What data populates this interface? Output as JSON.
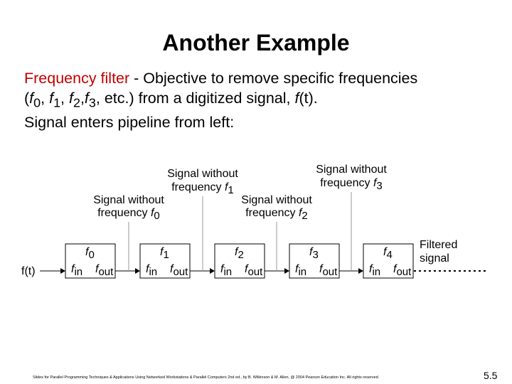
{
  "slide": {
    "title": "Another Example",
    "line1_red": "Frequency filter",
    "line1_rest": " - Objective to remove specific frequencies",
    "line2": {
      "pre": "(",
      "f0_sub": "0",
      "sep1": ", ",
      "f1_sub": "1",
      "sep2": ", ",
      "f2_sub": "2",
      "sep3": ",",
      "f3_sub": "3",
      "post": ", etc.) from a digitized signal, ",
      "fn": "f",
      "arg": "(t)",
      "end": "."
    },
    "line3": "Signal enters pipeline from left:",
    "footer": "Slides for Parallel Programming Techniques & Applications Using Networked Workstations & Parallel Computers 2nd ed., by B. Wilkinson & M. Allen, @ 2004 Pearson Education Inc. All rights reserved.",
    "slide_number": "5.5"
  },
  "diagram": {
    "input_label": "f(t)",
    "output_label_line1": "Filtered",
    "output_label_line2": "signal",
    "stages": [
      {
        "freq_sub": "0",
        "fin": "in",
        "fout": "out"
      },
      {
        "freq_sub": "1",
        "fin": "in",
        "fout": "out"
      },
      {
        "freq_sub": "2",
        "fin": "in",
        "fout": "out"
      },
      {
        "freq_sub": "3",
        "fin": "in",
        "fout": "out"
      },
      {
        "freq_sub": "4",
        "fin": "in",
        "fout": "out"
      }
    ],
    "outputs": [
      {
        "line1": "Signal without",
        "line2": "frequency f",
        "sub": "0"
      },
      {
        "line1": "Signal without",
        "line2": "frequency f",
        "sub": "1"
      },
      {
        "line1": "Signal without",
        "line2": "frequency f",
        "sub": "2"
      },
      {
        "line1": "Signal without",
        "line2": "frequency f",
        "sub": "3"
      }
    ]
  }
}
